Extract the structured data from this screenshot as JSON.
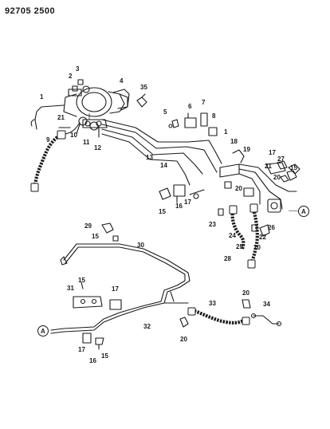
{
  "header": {
    "diagram_id": "92705 2500"
  },
  "connector_ref": "A",
  "callouts": [
    {
      "id": "c1",
      "label": "1"
    },
    {
      "id": "c2",
      "label": "2"
    },
    {
      "id": "c3",
      "label": "3"
    },
    {
      "id": "c4",
      "label": "4"
    },
    {
      "id": "c35",
      "label": "35"
    },
    {
      "id": "c21a",
      "label": "21"
    },
    {
      "id": "c9",
      "label": "9"
    },
    {
      "id": "c10",
      "label": "10"
    },
    {
      "id": "c11",
      "label": "11"
    },
    {
      "id": "c12",
      "label": "12"
    },
    {
      "id": "c5",
      "label": "5"
    },
    {
      "id": "c6",
      "label": "6"
    },
    {
      "id": "c7",
      "label": "7"
    },
    {
      "id": "c8",
      "label": "8"
    },
    {
      "id": "c13",
      "label": "13"
    },
    {
      "id": "c14",
      "label": "14"
    },
    {
      "id": "c1b",
      "label": "1"
    },
    {
      "id": "c18",
      "label": "18"
    },
    {
      "id": "c19",
      "label": "19"
    },
    {
      "id": "c17a",
      "label": "17"
    },
    {
      "id": "c27",
      "label": "27"
    },
    {
      "id": "c21b",
      "label": "21"
    },
    {
      "id": "c15a",
      "label": "15"
    },
    {
      "id": "c20a",
      "label": "20"
    },
    {
      "id": "c20b",
      "label": "20"
    },
    {
      "id": "c17b",
      "label": "17"
    },
    {
      "id": "c16a",
      "label": "16"
    },
    {
      "id": "c15b",
      "label": "15"
    },
    {
      "id": "c23",
      "label": "23"
    },
    {
      "id": "c22",
      "label": "22"
    },
    {
      "id": "c26",
      "label": "26"
    },
    {
      "id": "c24",
      "label": "24"
    },
    {
      "id": "c25",
      "label": "25"
    },
    {
      "id": "c20c",
      "label": "20"
    },
    {
      "id": "c28",
      "label": "28"
    },
    {
      "id": "c29",
      "label": "29"
    },
    {
      "id": "c15c",
      "label": "15"
    },
    {
      "id": "c30",
      "label": "30"
    },
    {
      "id": "c31",
      "label": "31"
    },
    {
      "id": "c15d",
      "label": "15"
    },
    {
      "id": "c17c",
      "label": "17"
    },
    {
      "id": "c32",
      "label": "32"
    },
    {
      "id": "c33",
      "label": "33"
    },
    {
      "id": "c20d",
      "label": "20"
    },
    {
      "id": "c20e",
      "label": "20"
    },
    {
      "id": "c34",
      "label": "34"
    },
    {
      "id": "c17d",
      "label": "17"
    },
    {
      "id": "c15e",
      "label": "15"
    },
    {
      "id": "c16b",
      "label": "16"
    }
  ]
}
